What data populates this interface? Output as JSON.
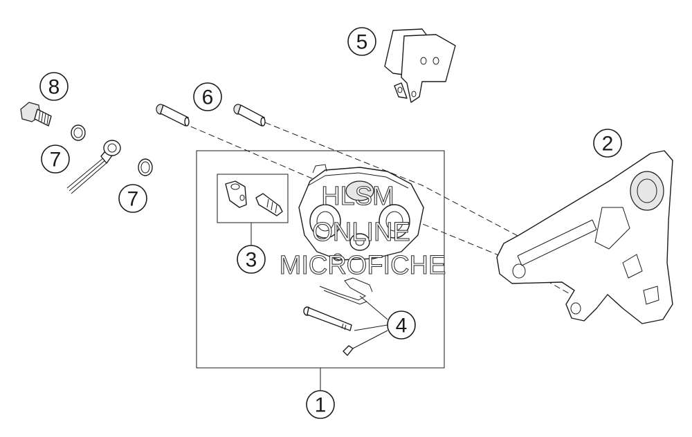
{
  "watermark": {
    "line1": "HLSM",
    "line2": "ONLINE",
    "line3": "MICROFICHE"
  },
  "callouts": [
    {
      "id": "1",
      "label": "1"
    },
    {
      "id": "2",
      "label": "2"
    },
    {
      "id": "3",
      "label": "3"
    },
    {
      "id": "4",
      "label": "4"
    },
    {
      "id": "5",
      "label": "5"
    },
    {
      "id": "6",
      "label": "6"
    },
    {
      "id": "7a",
      "label": "7"
    },
    {
      "id": "7b",
      "label": "7"
    },
    {
      "id": "8",
      "label": "8"
    }
  ]
}
